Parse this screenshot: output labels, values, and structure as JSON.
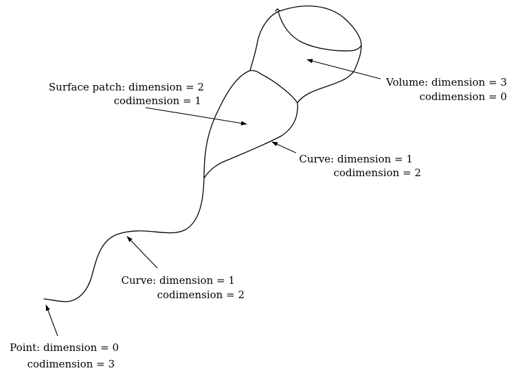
{
  "labels": {
    "volume": {
      "line1": "Volume: dimension = 3",
      "line2": "codimension = 0"
    },
    "surface": {
      "line1": "Surface patch: dimension = 2",
      "line2": "codimension = 1"
    },
    "curve_upper": {
      "line1": "Curve: dimension = 1",
      "line2": "codimension = 2"
    },
    "curve_lower": {
      "line1": "Curve: dimension = 1",
      "line2": "codimension = 2"
    },
    "point": {
      "line1": "Point: dimension = 0",
      "line2": "codimension = 3"
    }
  },
  "colors": {
    "ink": "#000000",
    "background": "#ffffff"
  }
}
